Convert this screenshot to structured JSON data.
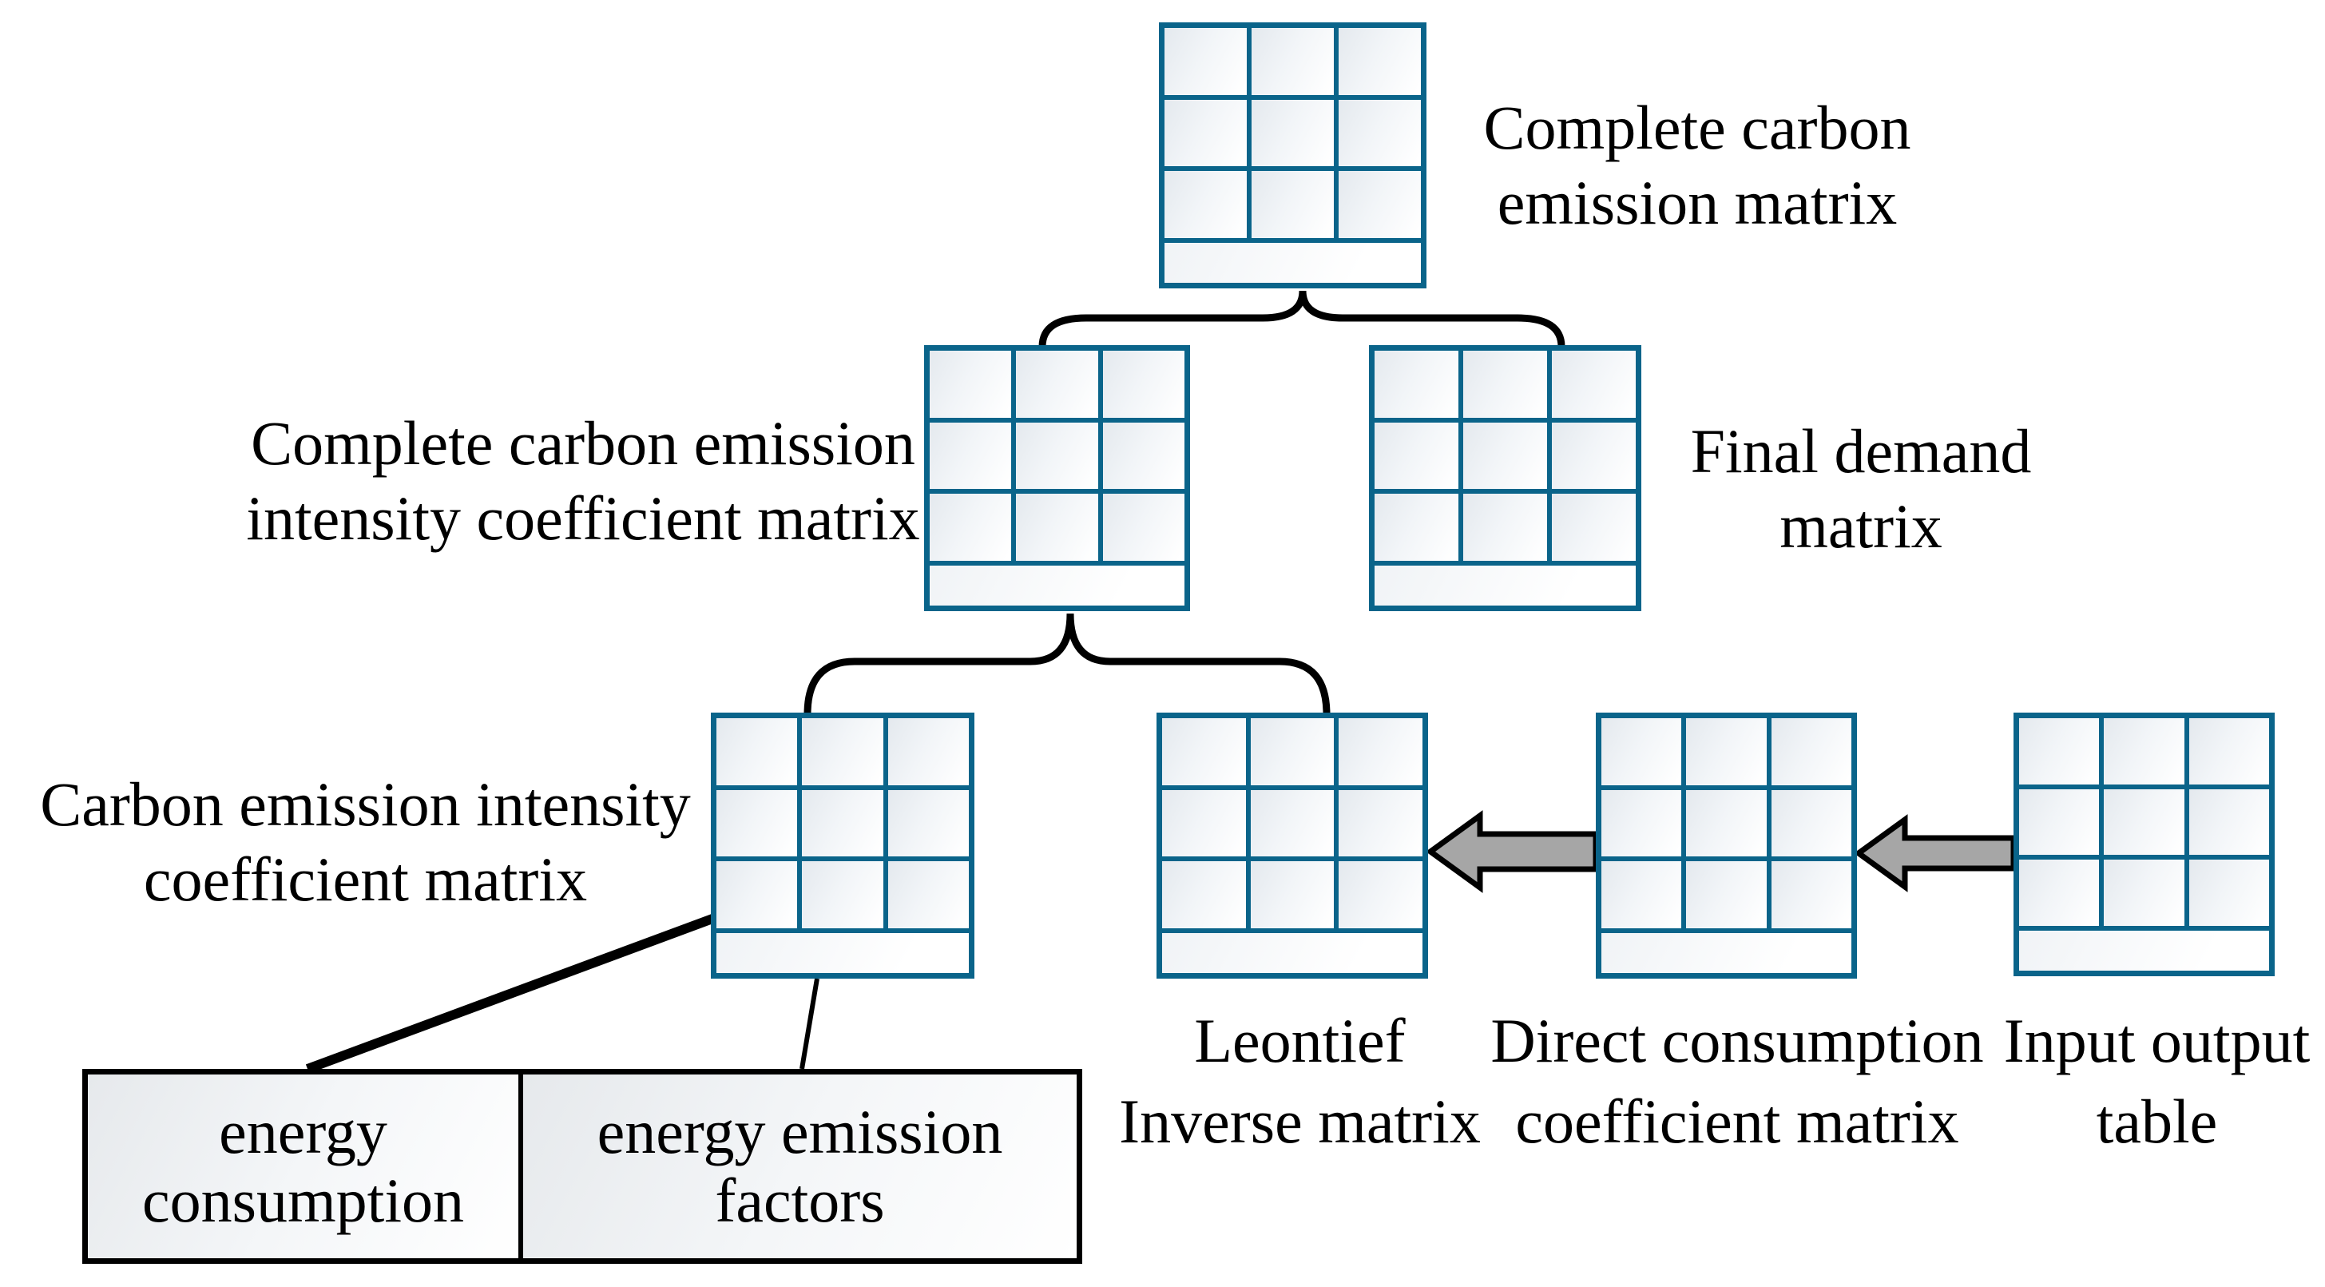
{
  "nodes": {
    "complete_carbon_emission_matrix": {
      "label": [
        "Complete carbon",
        "emission matrix"
      ]
    },
    "complete_carbon_emission_intensity_coefficient_matrix": {
      "label": [
        "Complete carbon emission",
        "intensity coefficient matrix"
      ]
    },
    "final_demand_matrix": {
      "label": [
        "Final demand",
        "matrix"
      ]
    },
    "carbon_emission_intensity_coefficient_matrix": {
      "label": [
        "Carbon emission intensity",
        "coefficient matrix"
      ]
    },
    "leontief_inverse_matrix": {
      "label": [
        "Leontief",
        "Inverse matrix"
      ]
    },
    "direct_consumption_coefficient_matrix": {
      "label": [
        "Direct consumption",
        "coefficient matrix"
      ]
    },
    "input_output_table": {
      "label": [
        "Input output",
        "table"
      ]
    },
    "energy_consumption": {
      "label": [
        "energy",
        "consumption"
      ]
    },
    "energy_emission_factors": {
      "label": [
        "energy emission",
        "factors"
      ]
    }
  },
  "colors": {
    "matrix_border": "#0a648a",
    "matrix_cell_tint": "#e4e9ee",
    "arrow_fill": "#a6a6a6",
    "connector": "#000000",
    "text": "#000000",
    "background": "#ffffff"
  }
}
